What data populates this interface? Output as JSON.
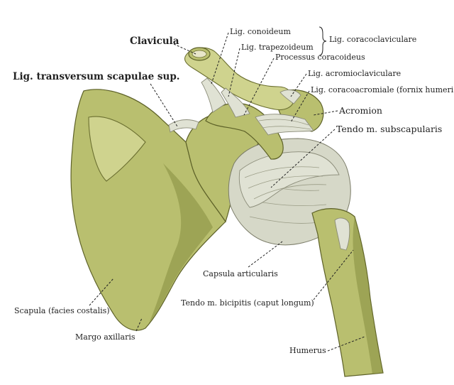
{
  "labels": {
    "clavicula": "Clavicula",
    "lig_conoideum": "Lig. conoideum",
    "lig_trapezoideum": "Lig. trapezoideum",
    "lig_coracoclaviculare": "Lig. coracoclaviculare",
    "processus_coracoideus": "Processus coracoideus",
    "lig_acromioclaviculare": "Lig. acromioclaviculare",
    "lig_coracoacromiale": "Lig. coracoacromiale (fornix humeri)",
    "acromion": "Acromion",
    "lig_transversum": "Lig. transversum scapulae sup.",
    "tendo_subscapularis": "Tendo m. subscapularis",
    "capsula_articularis": "Capsula articularis",
    "tendo_bicipitis": "Tendo m. bicipitis (caput longum)",
    "scapula": "Scapula (facies costalis)",
    "margo_axillaris": "Margo axillaris",
    "humerus": "Humerus"
  },
  "colors": {
    "bone": "#b9bf6f",
    "ligament": "#e0e2d4",
    "label_text": "#222222"
  }
}
